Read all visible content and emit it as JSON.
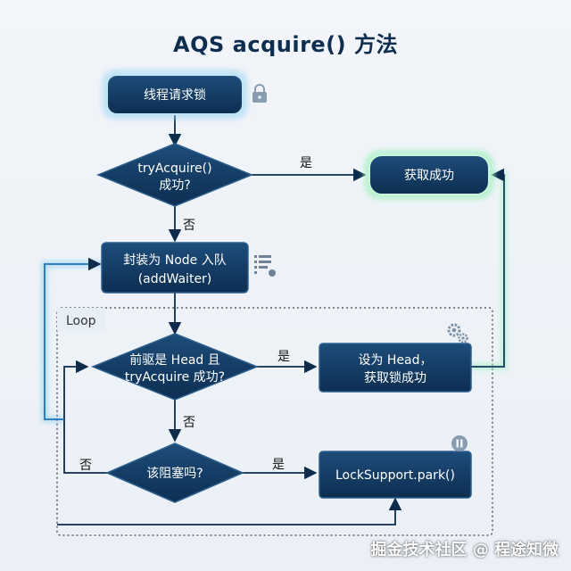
{
  "title": "AQS acquire() 方法",
  "loop_label": "Loop",
  "nodes": {
    "start": "线程请求锁",
    "try_acquire": [
      "tryAcquire()",
      "成功?"
    ],
    "acquire_success": "获取成功",
    "add_waiter": [
      "封装为 Node 入队",
      "(addWaiter)"
    ],
    "predecessor_check": [
      "前驱是 Head 且",
      "tryAcquire 成功?"
    ],
    "set_head": [
      "设为 Head，",
      "获取锁成功"
    ],
    "should_park": "该阻塞吗?",
    "park": "LockSupport.park()"
  },
  "edge_labels": {
    "try_yes": "是",
    "try_no": "否",
    "pred_yes": "是",
    "pred_no": "否",
    "park_yes": "是",
    "park_no": "否"
  },
  "icons": [
    "lock-icon",
    "list-icon",
    "gears-icon",
    "pause-icon"
  ],
  "colors": {
    "node_fill": "#0f3356",
    "node_fill_light": "#1c4b76",
    "edge": "#0d2c4c",
    "glow_blue": "#3aa6ea",
    "glow_green": "#7fe0a8"
  },
  "watermark": "掘金技术社区 @ 程途知微"
}
